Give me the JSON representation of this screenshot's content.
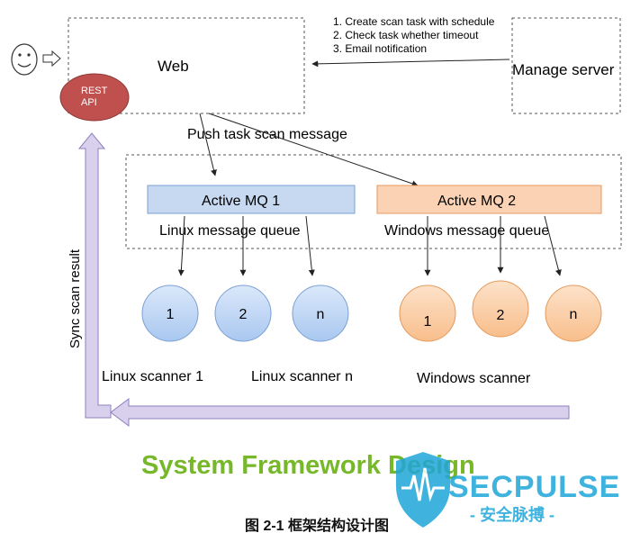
{
  "web": {
    "label": "Web"
  },
  "rest_api": {
    "label_line1": "REST",
    "label_line2": "API"
  },
  "manage_server": {
    "label": "Manage server"
  },
  "tasks": [
    "1.  Create scan task with schedule",
    "2.  Check task whether timeout",
    "3.  Email notification"
  ],
  "push_label": "Push task scan message",
  "mq1": {
    "label": "Active MQ 1",
    "queue_label": "Linux message queue"
  },
  "mq2": {
    "label": "Active MQ 2",
    "queue_label": "Windows message queue"
  },
  "linux_nodes": [
    "1",
    "2",
    "n"
  ],
  "windows_nodes": [
    "1",
    "2",
    "n"
  ],
  "linux_scanner1_label": "Linux scanner 1",
  "linux_scannern_label": "Linux scanner n",
  "windows_scanner_label": "Windows scanner",
  "sync_label": "Sync scan result",
  "title": "System Framework Design",
  "caption": "图 2-1 框架结构设计图",
  "watermark": {
    "brand": "SECPULSE",
    "sub": "- 安全脉搏 -"
  },
  "colors": {
    "title_green": "#76b82a",
    "rest_red": "#c0504d",
    "mq1_fill": "#c6d9f1",
    "mq2_fill": "#fbd3b4",
    "linux_node": "#b7d2f4",
    "windows_node": "#fbcfa6",
    "sync_arrow": "#c9bde3",
    "watermark": "#1ea6d9"
  }
}
